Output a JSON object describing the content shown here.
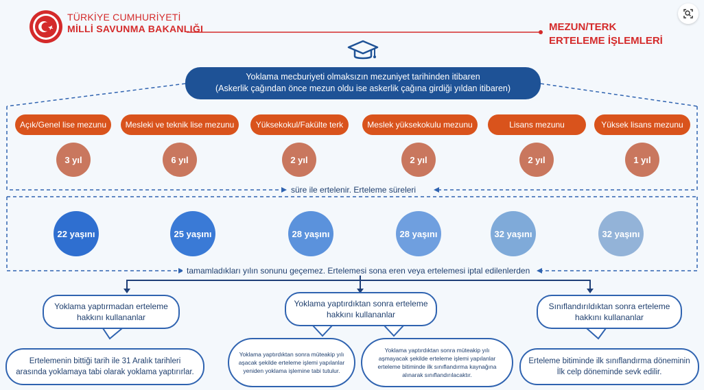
{
  "header": {
    "ministry_line1": "TÜRKİYE CUMHURİYETİ",
    "ministry_line2": "MİLLİ SAVUNMA BAKANLIĞI",
    "title_line1": "MEZUN/TERK",
    "title_line2": "ERTELEME İŞLEMLERİ"
  },
  "info": {
    "line1": "Yoklama mecburiyeti olmaksızın mezuniyet tarihinden itibaren",
    "line2": "(Askerlik çağından önce mezun oldu ise askerlik çağına girdiği yıldan itibaren)"
  },
  "education": [
    {
      "label": "Açık/Genel lise mezunu",
      "years": "3 yıl",
      "age": "22 yaşını"
    },
    {
      "label": "Mesleki ve teknik lise mezunu",
      "years": "6 yıl",
      "age": "25 yaşını"
    },
    {
      "label": "Yüksekokul/Fakülte terk",
      "years": "2 yıl",
      "age": "28 yaşını"
    },
    {
      "label": "Meslek yüksekokulu  mezunu",
      "years": "2 yıl",
      "age": "28 yaşını"
    },
    {
      "label": "Lisans mezunu",
      "years": "2 yıl",
      "age": "32 yaşını"
    },
    {
      "label": "Yüksek lisans mezunu",
      "years": "1 yıl",
      "age": "32 yaşını"
    }
  ],
  "band1": "süre ile ertelenir. Erteleme süreleri",
  "band2": "tamamladıkları yılın sonunu geçemez. Ertelemesi sona eren veya ertelemesi iptal edilenlerden",
  "groups": {
    "left_question": "Yoklama yaptırmadan erteleme hakkını kullananlar",
    "left_result": "Ertelemenin bittiği tarih ile 31 Aralık tarihleri arasında yoklamaya tabi olarak yoklama yaptırırlar.",
    "middle_question": "Yoklama yaptırdıktan sonra erteleme hakkını kullananlar",
    "middle_result_a": "Yoklama yaptırdıktan sonra müteakip yılı aşacak şekilde erteleme işlemi yapılanlar yeniden yoklama işlemine tabi tutulur.",
    "middle_result_b": "Yoklama yaptırdıktan sonra müteakip yılı aşmayacak şekilde erteleme işlemi yapılanlar erteleme bitiminde ilk sınıflandırma kaynağına alınarak sınıflandırılacaktır.",
    "right_question": "Sınıflandırıldıktan sonra erteleme hakkını kullananlar",
    "right_result": "Erteleme bitiminde ilk sınıflandırma döneminin İlk celp döneminde sevk edilir."
  },
  "colors": {
    "brand_red": "#d42a2a",
    "navy": "#1e5296",
    "orange": "#d9531c",
    "years_circle": "#c9775e",
    "age_gradient": [
      "#2f6fd0",
      "#3a7ad6",
      "#5b92dc",
      "#6f9fdf",
      "#7faad9",
      "#93b3d8"
    ]
  },
  "icons": [
    "ministry-seal-icon",
    "graduation-cap-icon",
    "share-icon"
  ]
}
